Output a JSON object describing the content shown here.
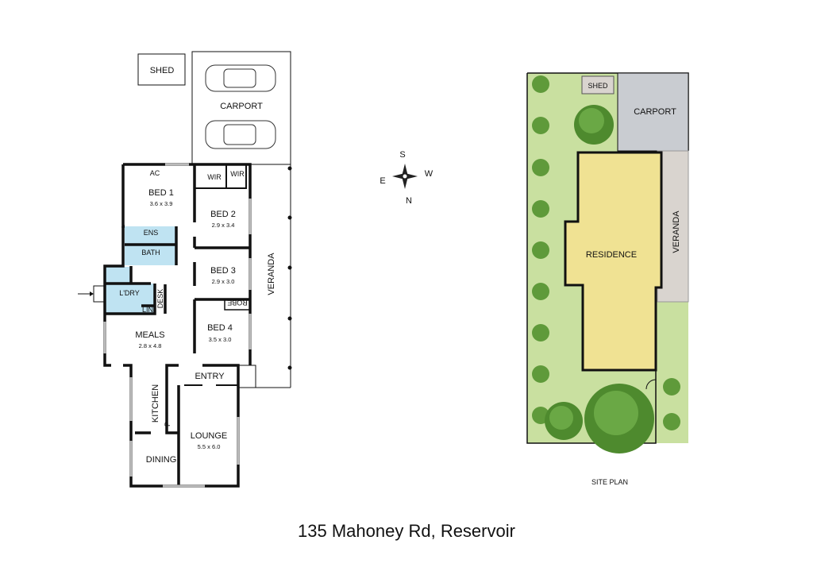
{
  "title": "135 Mahoney Rd, Reservoir",
  "floor_plan": {
    "outbuildings": {
      "shed": "SHED",
      "carport": "CARPORT",
      "veranda": "VERANDA"
    },
    "rooms": {
      "bed1": {
        "name": "BED 1",
        "size": "3.6 x 3.9"
      },
      "bed2": {
        "name": "BED 2",
        "size": "2.9 x 3.4"
      },
      "bed3": {
        "name": "BED 3",
        "size": "2.9 x 3.0"
      },
      "bed4": {
        "name": "BED 4",
        "size": "3.5 x 3.0"
      },
      "meals": {
        "name": "MEALS",
        "size": "2.8 x 4.8"
      },
      "lounge": {
        "name": "LOUNGE",
        "size": "5.5 x 6.0"
      },
      "kitchen": {
        "name": "KITCHEN"
      },
      "dining": {
        "name": "DINING"
      },
      "entry": {
        "name": "ENTRY"
      },
      "ens": {
        "name": "ENS"
      },
      "bath": {
        "name": "BATH"
      },
      "laundry": {
        "name": "L'DRY"
      },
      "lin": {
        "name": "LIN"
      },
      "desk": {
        "name": "DESK"
      },
      "robe": {
        "name": "ROBE"
      },
      "wir1": {
        "name": "WIR"
      },
      "wir2": {
        "name": "WIR"
      },
      "ac": {
        "name": "AC"
      },
      "pantry": {
        "name": "P"
      }
    }
  },
  "compass": {
    "n": "N",
    "s": "S",
    "e": "E",
    "w": "W"
  },
  "site_plan": {
    "label": "SITE PLAN",
    "shed": "SHED",
    "carport": "CARPORT",
    "residence": "RESIDENCE",
    "veranda": "VERANDA",
    "colors": {
      "lawn": "#c9e0a0",
      "residence": "#f0e293",
      "carport": "#c9ccd1",
      "veranda": "#d9d4cf",
      "tree": "#5f9a3a"
    }
  }
}
